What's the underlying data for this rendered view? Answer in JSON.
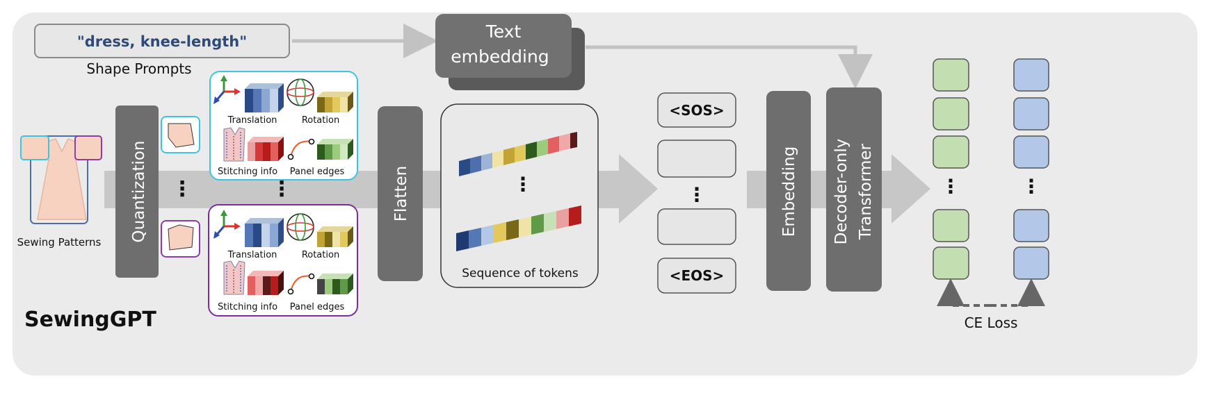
{
  "title": "SewingGPT",
  "prompt": {
    "text": "\"dress, knee-length\"",
    "caption": "Shape Prompts"
  },
  "text_embedding": {
    "line1": "Text",
    "line2": "embedding"
  },
  "sewing_patterns_label": "Sewing Patterns",
  "quantization_label": "Quantization",
  "panel_top": {
    "translation": "Translation",
    "rotation": "Rotation",
    "stitching": "Stitching info",
    "edges": "Panel edges"
  },
  "panel_bottom": {
    "translation": "Translation",
    "rotation": "Rotation",
    "stitching": "Stitching info",
    "edges": "Panel edges"
  },
  "ellipsis": "⋮",
  "flatten_label": "Flatten",
  "sequence_label": "Sequence of tokens",
  "sos_label": "<SOS>",
  "eos_label": "<EOS>",
  "embedding_label": "Embedding",
  "decoder_line1": "Decoder-only",
  "decoder_line2": "Transformer",
  "loss_label": "CE Loss",
  "colors": {
    "background_panel": "#ebebeb",
    "dark_box": "#6e6e6e",
    "cyan_panel": "#3cc4e0",
    "purple_panel": "#7b2d9b",
    "green_token": "#c3deb0",
    "blue_token": "#b3c7e8",
    "dress_fill": "#f8d2c0"
  }
}
